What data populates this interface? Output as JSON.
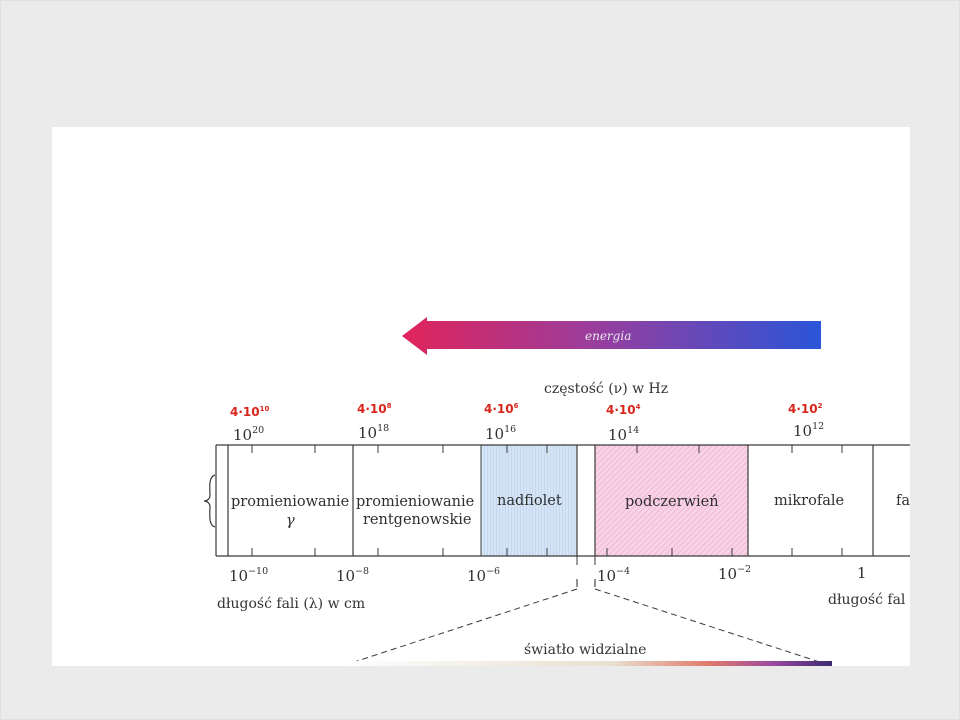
{
  "diagram": {
    "energy_label": "energia",
    "frequency_axis_title": "częstość (ν) w Hz",
    "wavelength_axis_title_left": "długość fali (λ) w cm",
    "wavelength_axis_title_right": "długość fal",
    "visible_light_label": "światło widzialne",
    "red_labels": [
      {
        "base": "4·10",
        "exp": "10"
      },
      {
        "base": "4·10",
        "exp": "8"
      },
      {
        "base": "4·10",
        "exp": "6"
      },
      {
        "base": "4·10",
        "exp": "4"
      },
      {
        "base": "4·10",
        "exp": "2"
      }
    ],
    "frequency_ticks": [
      {
        "base": "10",
        "exp": "20"
      },
      {
        "base": "10",
        "exp": "18"
      },
      {
        "base": "10",
        "exp": "16"
      },
      {
        "base": "10",
        "exp": "14"
      },
      {
        "base": "10",
        "exp": "12"
      }
    ],
    "wavelength_ticks": [
      {
        "base": "10",
        "exp": "−10"
      },
      {
        "base": "10",
        "exp": "−8"
      },
      {
        "base": "10",
        "exp": "−6"
      },
      {
        "base": "10",
        "exp": "−4"
      },
      {
        "base": "10",
        "exp": "−2"
      },
      {
        "base": "1",
        "exp": ""
      }
    ],
    "bands": [
      {
        "line1": "promieniowanie",
        "line2": "γ"
      },
      {
        "line1": "promieniowanie",
        "line2": "rentgenowskie"
      },
      {
        "line1": "nadfiolet",
        "line2": ""
      },
      {
        "line1": "podczerwień",
        "line2": ""
      },
      {
        "line1": "mikrofale",
        "line2": ""
      },
      {
        "line1": "fa",
        "line2": ""
      }
    ],
    "colors": {
      "arrow_red": "#e0245a",
      "arrow_blue": "#2a55d8",
      "uv_fill": "#cfe0f3",
      "ir_fill": "#f6c6df",
      "red_label": "#d9261c"
    }
  }
}
